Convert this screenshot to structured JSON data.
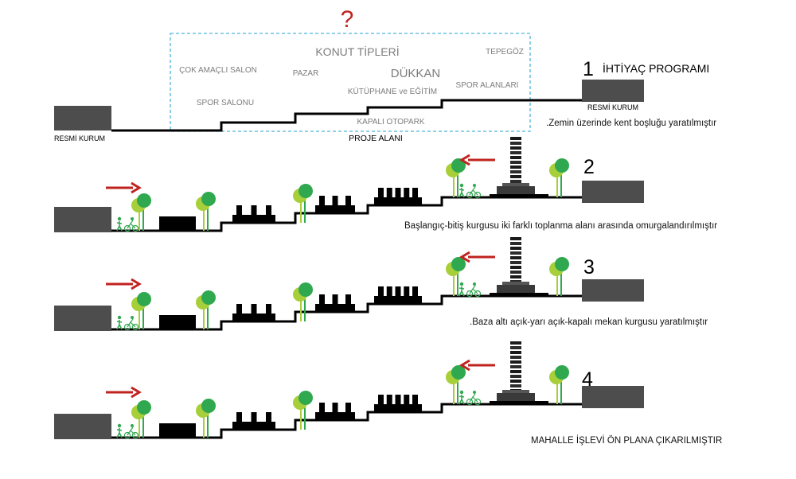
{
  "question_mark": "?",
  "program": {
    "title": "KONUT TİPLERİ",
    "items": {
      "cok_amacli": "ÇOK AMAÇLI SALON",
      "pazar": "PAZAR",
      "dukkan": "DÜKKAN",
      "tepegoz": "TEPEGÖZ",
      "spor_salonu": "SPOR SALONU",
      "kutuphane": "KÜTÜPHANE ve EĞİTİM",
      "spor_alanlari": "SPOR ALANLARI",
      "kapali_otopark": "KAPALI OTOPARK"
    }
  },
  "section1": {
    "number": "1",
    "title": "İHTİYAÇ PROGRAMI",
    "left_label": "RESMİ KURUM",
    "right_label": "RESMİ KURUM",
    "site_label": "PROJE ALANI",
    "caption": ".Zemin üzerinde kent boşluğu yaratılmıştır"
  },
  "section2": {
    "number": "2",
    "caption": "Başlangıç-bitiş kurgusu iki farklı toplanma alanı arasında omurgalandırılmıştır"
  },
  "section3": {
    "number": "3",
    "caption": ".Baza altı açık-yarı açık-kapalı mekan kurgusu yaratılmıştır"
  },
  "section4": {
    "number": "4",
    "caption": "MAHALLE İŞLEVİ ÖN PLANA ÇIKARILMIŞTIR"
  },
  "colors": {
    "block": "#4d4d4d",
    "ink": "#000000",
    "dash": "#4fb3d9",
    "arrow": "#c0231f",
    "tree_dark": "#2fa84f",
    "tree_light": "#a6cf3a"
  }
}
